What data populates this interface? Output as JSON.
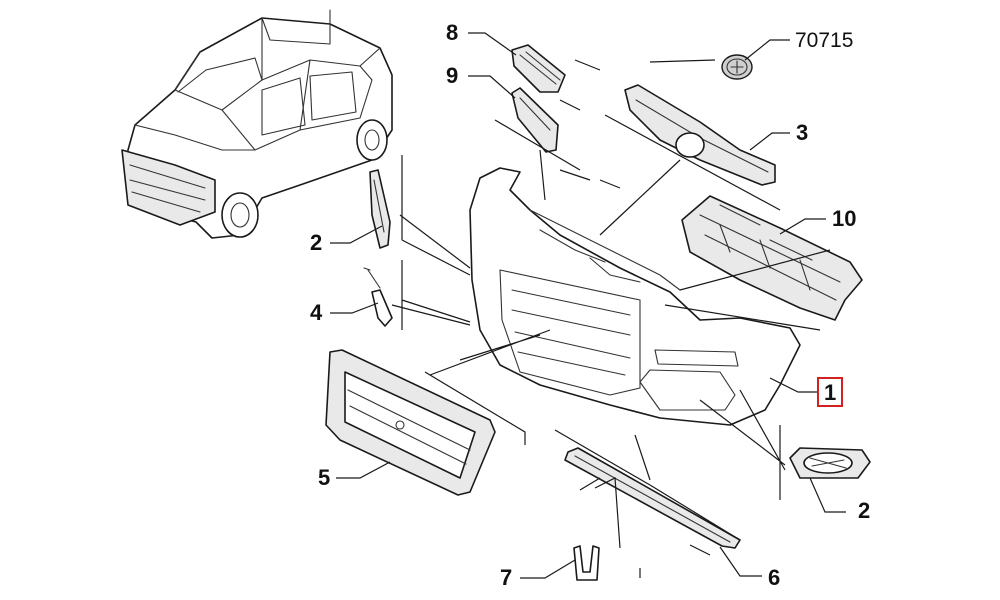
{
  "diagram": {
    "callouts": [
      {
        "id": "8",
        "label": "8"
      },
      {
        "id": "9",
        "label": "9"
      },
      {
        "id": "70715",
        "label": "70715"
      },
      {
        "id": "3",
        "label": "3"
      },
      {
        "id": "10",
        "label": "10"
      },
      {
        "id": "2a",
        "label": "2"
      },
      {
        "id": "4",
        "label": "4"
      },
      {
        "id": "1",
        "label": "1",
        "highlighted": true
      },
      {
        "id": "5",
        "label": "5"
      },
      {
        "id": "2b",
        "label": "2"
      },
      {
        "id": "7",
        "label": "7"
      },
      {
        "id": "6",
        "label": "6"
      }
    ],
    "highlight_color": "#d32020",
    "line_color": "#1a1a1a"
  }
}
